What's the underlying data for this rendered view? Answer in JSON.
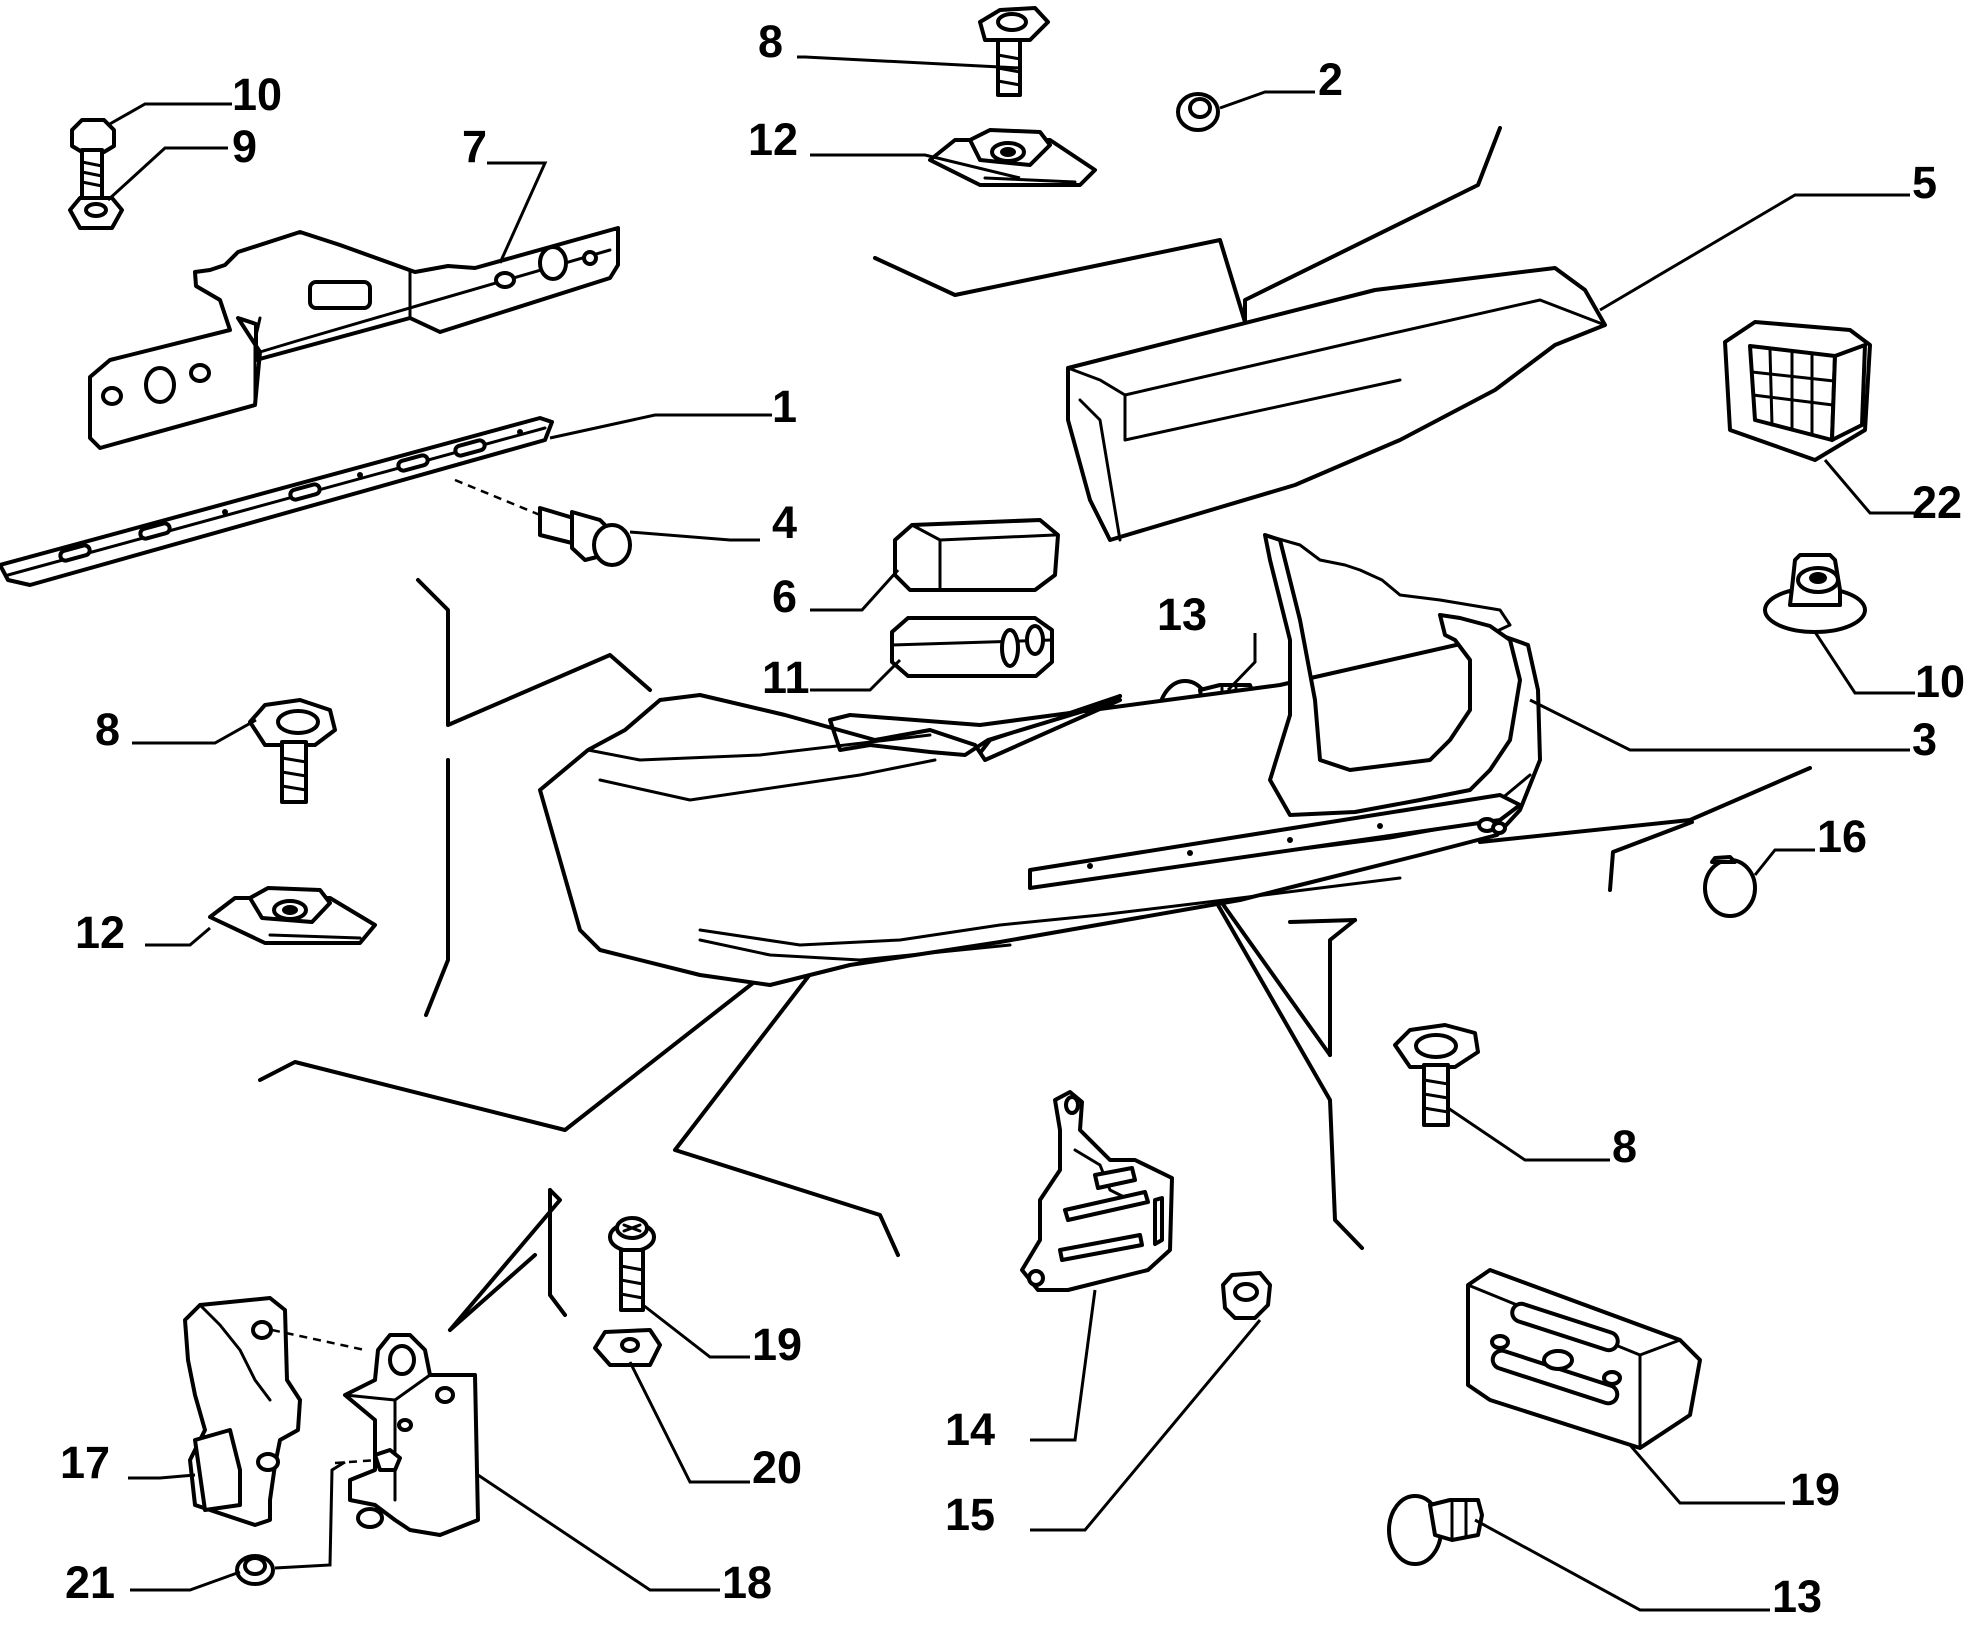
{
  "diagram": {
    "callouts": [
      {
        "id": "c1",
        "part": "crossmember-strip",
        "label": "1"
      },
      {
        "id": "c2",
        "part": "small-grommet",
        "label": "2"
      },
      {
        "id": "c3",
        "part": "rear-bumper-shell",
        "label": "3"
      },
      {
        "id": "c4",
        "part": "flanged-screw",
        "label": "4"
      },
      {
        "id": "c5",
        "part": "bumper-trim-panel",
        "label": "5"
      },
      {
        "id": "c6",
        "part": "buffer-pad",
        "label": "6"
      },
      {
        "id": "c7",
        "part": "reinforcement-bracket",
        "label": "7"
      },
      {
        "id": "c8a",
        "part": "screw-top",
        "label": "8"
      },
      {
        "id": "c8b",
        "part": "screw-left",
        "label": "8"
      },
      {
        "id": "c8c",
        "part": "screw-right",
        "label": "8"
      },
      {
        "id": "c9",
        "part": "hex-nut",
        "label": "9"
      },
      {
        "id": "c10a",
        "part": "hex-bolt",
        "label": "10"
      },
      {
        "id": "c10b",
        "part": "flanged-bush",
        "label": "10"
      },
      {
        "id": "c11",
        "part": "slotted-pad",
        "label": "11"
      },
      {
        "id": "c12a",
        "part": "speed-clip-top",
        "label": "12"
      },
      {
        "id": "c12b",
        "part": "speed-clip-left",
        "label": "12"
      },
      {
        "id": "c13a",
        "part": "push-clip-mid",
        "label": "13"
      },
      {
        "id": "c13b",
        "part": "push-clip-bottom",
        "label": "13"
      },
      {
        "id": "c14",
        "part": "side-bracket",
        "label": "14"
      },
      {
        "id": "c15",
        "part": "nut",
        "label": "15"
      },
      {
        "id": "c16",
        "part": "plug-cap",
        "label": "16"
      },
      {
        "id": "c17",
        "part": "mount-bracket-left",
        "label": "17"
      },
      {
        "id": "c18",
        "part": "mount-bracket-right",
        "label": "18"
      },
      {
        "id": "c19a",
        "part": "screw-with-washer",
        "label": "19"
      },
      {
        "id": "c19b",
        "part": "plate-block",
        "label": "19"
      },
      {
        "id": "c20",
        "part": "clip-nut",
        "label": "20"
      },
      {
        "id": "c21",
        "part": "flange-nut",
        "label": "21"
      },
      {
        "id": "c22",
        "part": "grille-insert",
        "label": "22"
      }
    ]
  }
}
